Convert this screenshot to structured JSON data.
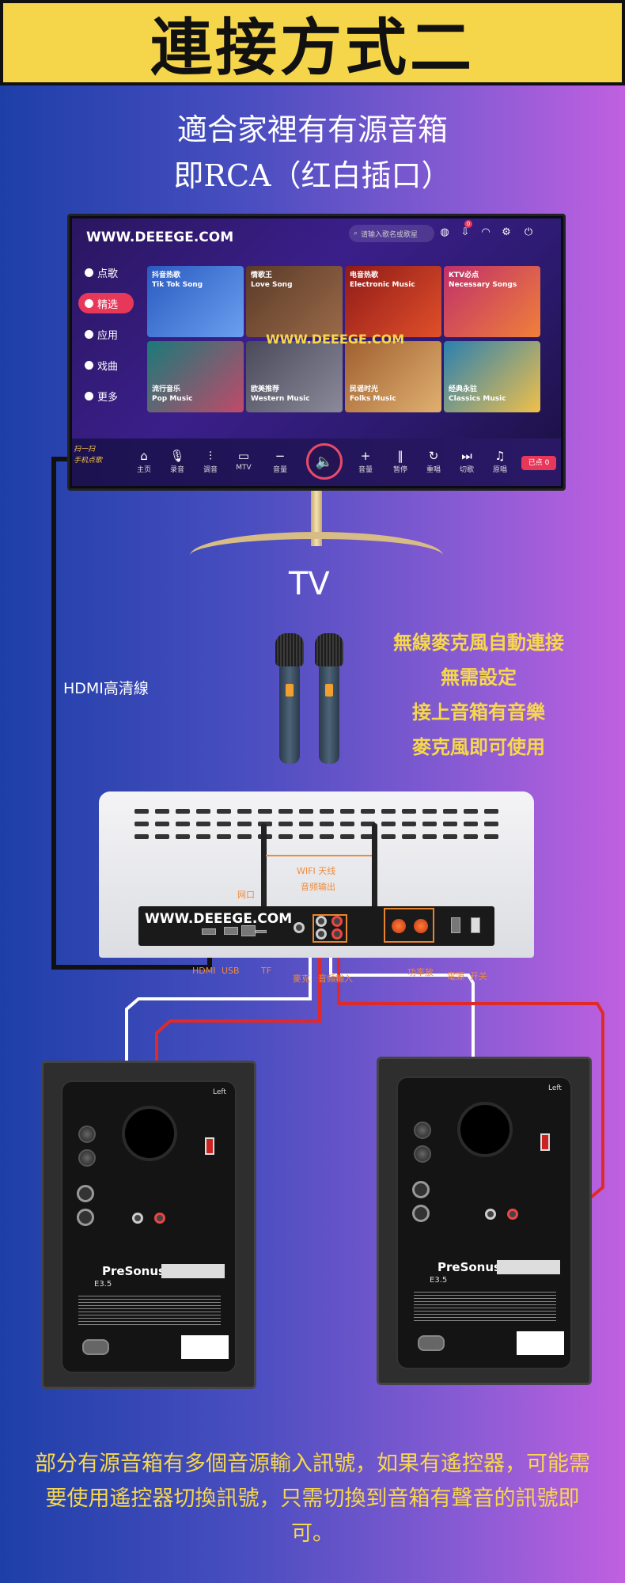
{
  "title": "連接方式二",
  "subtitle": {
    "line1": "適合家裡有有源音箱",
    "line2": "即RCA（红白插口）"
  },
  "tv": {
    "site": "WWW.DEEEGE.COM",
    "search_placeholder": "请输入歌名或歌星",
    "notification_badge": "0",
    "menu": [
      {
        "label": "点歌",
        "icon": "play-circle-icon"
      },
      {
        "label": "精选",
        "icon": "star-icon",
        "active": true
      },
      {
        "label": "应用",
        "icon": "grid-icon"
      },
      {
        "label": "戏曲",
        "icon": "mask-icon"
      },
      {
        "label": "更多",
        "icon": "more-icon"
      }
    ],
    "tiles": [
      {
        "title": "抖音热歌",
        "subtitle": "Tik Tok Song",
        "color": "#3a6ad0"
      },
      {
        "title": "情歌王",
        "subtitle": "Love Song",
        "color": "#7a4a30"
      },
      {
        "title": "电音热歌",
        "subtitle": "Electronic Music",
        "color": "#c02a20"
      },
      {
        "title": "KTV必点",
        "subtitle": "Necessary Songs",
        "color": "#d04a8a"
      },
      {
        "title": "流行音乐",
        "subtitle": "Pop Music",
        "color": "#2a8a8a"
      },
      {
        "title": "欧美推荐",
        "subtitle": "Western Music",
        "color": "#5a5a6a"
      },
      {
        "title": "民谣时光",
        "subtitle": "Folks Music",
        "color": "#c08040"
      },
      {
        "title": "经典永驻",
        "subtitle": "Classics Music",
        "color": "#3a90c0"
      }
    ],
    "watermark": "WWW.DEEEGE.COM",
    "scan_text": "扫一扫\n手机点歌",
    "bottom": [
      {
        "label": "主页",
        "icon": "⌂"
      },
      {
        "label": "录音",
        "icon": "🎙"
      },
      {
        "label": "调音",
        "icon": "⫶"
      },
      {
        "label": "MTV",
        "icon": "▭"
      },
      {
        "label": "音量",
        "icon": "−"
      },
      {
        "label": "音量",
        "icon": "+"
      },
      {
        "label": "暂停",
        "icon": "‖"
      },
      {
        "label": "重唱",
        "icon": "↻"
      },
      {
        "label": "切歌",
        "icon": "⏭"
      },
      {
        "label": "原唱",
        "icon": "♫"
      }
    ],
    "queue_label": "已点 0"
  },
  "tv_label": "TV",
  "hdmi_label": "HDMI高清線",
  "mic_text": [
    "無線麥克風自動連接",
    "無需設定",
    "接上音箱有音樂",
    "麥克風即可使用"
  ],
  "box": {
    "site": "WWW.DEEEGE.COM",
    "labels": {
      "wifi": "WIFI 天线",
      "audio_out": "音频输出",
      "lan": "网口",
      "hdmi": "HDMI",
      "usb": "USB",
      "tf": "TF",
      "mic": "麥克",
      "line_in": "音頻輸入",
      "amp": "功率放",
      "power": "電源",
      "switch": "开关"
    }
  },
  "speaker": {
    "brand": "PreSonus",
    "model": "E3.5",
    "side": "Left"
  },
  "footer": "部分有源音箱有多個音源輸入訊號，如果有遙控器，可能需要使用遙控器切換訊號，只需切換到音箱有聲音的訊號即可。",
  "colors": {
    "banner": "#f5d54a",
    "highlight_text": "#f7d84a",
    "cable_red": "#e02a2a",
    "cable_white": "#ffffff",
    "annotation": "#f08a3a"
  }
}
